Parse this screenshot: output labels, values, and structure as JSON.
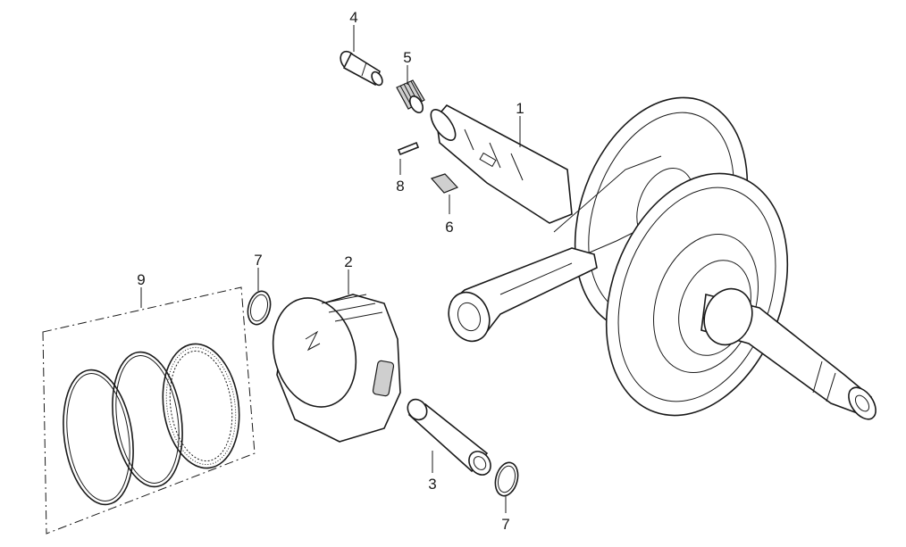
{
  "diagram": {
    "callouts": {
      "crankshaft": "1",
      "piston": "2",
      "piston_pin": "3",
      "pin_4": "4",
      "bearing": "5",
      "key": "6",
      "clip_upper": "7",
      "clip_lower": "7",
      "pin_8": "8",
      "ring_set": "9"
    },
    "colors": {
      "line": "#1a1a1a",
      "shade": "#cfcfcf",
      "dark": "#4a4a4a",
      "background": "#ffffff"
    }
  }
}
